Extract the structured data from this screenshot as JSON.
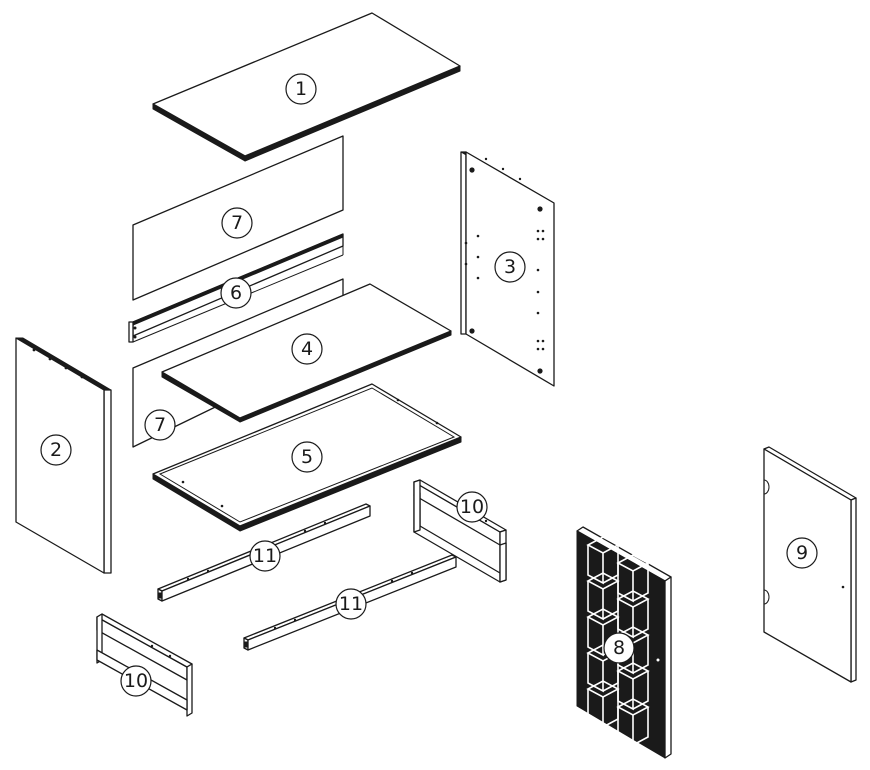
{
  "callouts": {
    "part_1": "1",
    "part_2": "2",
    "part_3": "3",
    "part_4": "4",
    "part_5": "5",
    "part_6": "6",
    "part_7_back_upper": "7",
    "part_7_back_lower": "7",
    "part_8": "8",
    "part_9": "9",
    "part_10_right": "10",
    "part_10_left": "10",
    "part_11_upper": "11",
    "part_11_lower": "11"
  }
}
